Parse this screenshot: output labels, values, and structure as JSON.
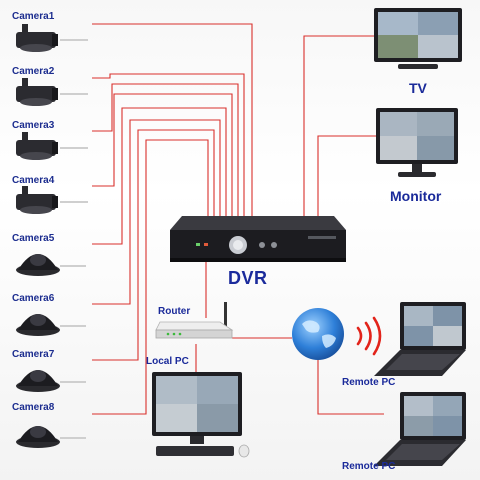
{
  "cameras": [
    {
      "label": "Camera1",
      "type": "bullet"
    },
    {
      "label": "Camera2",
      "type": "bullet"
    },
    {
      "label": "Camera3",
      "type": "bullet"
    },
    {
      "label": "Camera4",
      "type": "bullet"
    },
    {
      "label": "Camera5",
      "type": "dome"
    },
    {
      "label": "Camera6",
      "type": "dome"
    },
    {
      "label": "Camera7",
      "type": "dome"
    },
    {
      "label": "Camera8",
      "type": "dome"
    }
  ],
  "devices": {
    "dvr": "DVR",
    "tv": "TV",
    "monitor": "Monitor",
    "router": "Router",
    "local_pc": "Local PC",
    "remote_pc_1": "Remote PC",
    "remote_pc_2": "Remote PC"
  },
  "colors": {
    "wire": "#d9302c",
    "label": "#1b2b9c",
    "device_dark": "#1e1e22"
  },
  "icons": [
    "bullet-camera-icon",
    "dome-camera-icon",
    "dvr-icon",
    "tv-icon",
    "monitor-icon",
    "router-icon",
    "globe-icon",
    "wifi-signal-icon",
    "laptop-icon",
    "desktop-pc-icon"
  ]
}
